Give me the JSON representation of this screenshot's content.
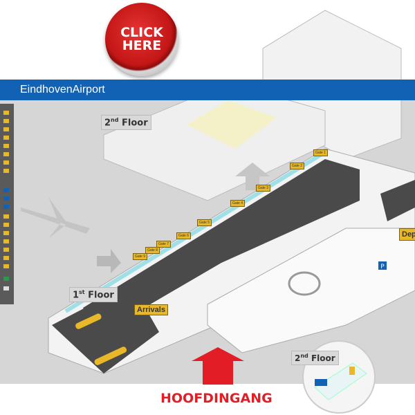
{
  "promo": {
    "line1": "CLICK",
    "line2": "HERE",
    "color": "#c41616"
  },
  "banner": {
    "title": "EindhovenAirport",
    "color": "#1161b4"
  },
  "map": {
    "floor_labels": {
      "second_floor": {
        "num": "2",
        "suffix": "nd",
        "word": "Floor"
      },
      "first_floor": {
        "num": "1",
        "suffix": "st",
        "word": "Floor"
      },
      "inset_second_floor": {
        "num": "2",
        "suffix": "nd",
        "word": "Floor"
      }
    },
    "gates": [
      "Gate 1",
      "Gate 2",
      "Gate 3",
      "Gate 4",
      "Gate 5",
      "Gate 6",
      "Gate 7",
      "Gate 8",
      "Gate 9"
    ],
    "arrivals_label": "Arrivals",
    "departures_label": "Depa",
    "parking_label": "P",
    "sign_color": "#e8b828"
  },
  "entrance": {
    "label": "HOOFDINGANG",
    "arrow_color": "#e21d26"
  }
}
